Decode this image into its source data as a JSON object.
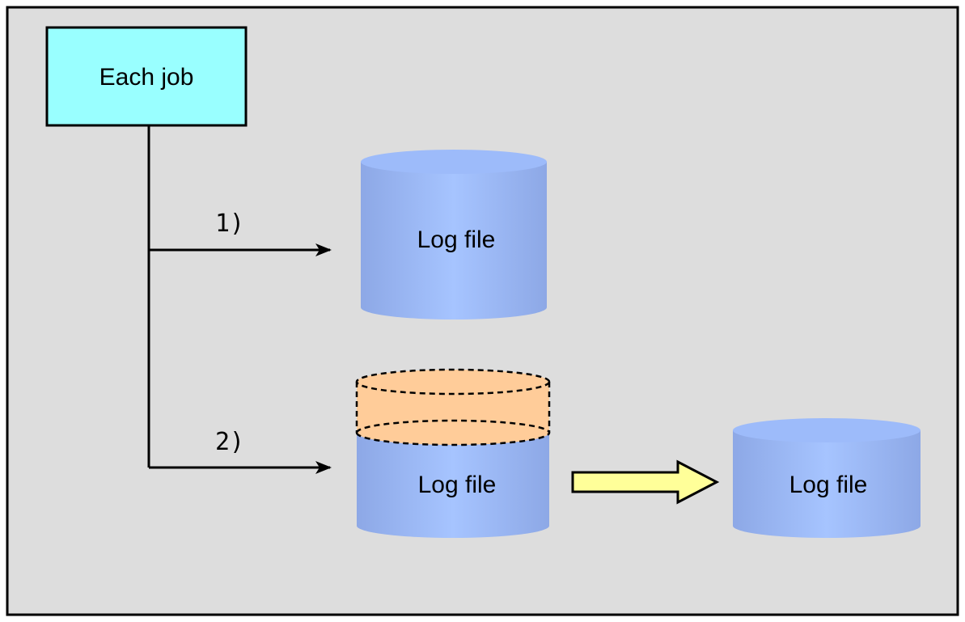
{
  "job_box": {
    "label": "Each job",
    "fill": "#99FFFF"
  },
  "steps": [
    {
      "label": "1)"
    },
    {
      "label": "2)"
    }
  ],
  "log_files": [
    {
      "label": "Log file"
    },
    {
      "label": "Log file"
    },
    {
      "label": "Log file"
    }
  ],
  "colors": {
    "background": "#DDDDDD",
    "cylinder_center": "#A6C4FF",
    "cylinder_edge": "#8DA8E6",
    "cylinder_top": "#9DBBFA",
    "overflow_segment": "#FFCC99",
    "transfer_arrow": "#FFFF99"
  }
}
